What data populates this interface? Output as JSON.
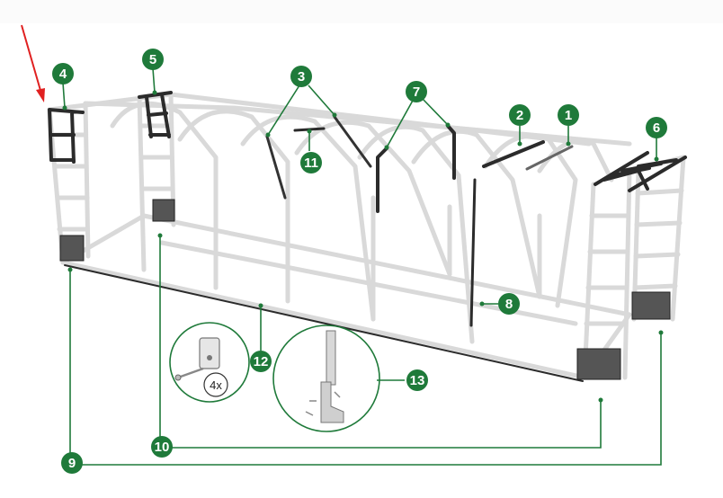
{
  "diagram": {
    "callouts": [
      {
        "id": "1",
        "label": "1"
      },
      {
        "id": "2",
        "label": "2"
      },
      {
        "id": "3",
        "label": "3"
      },
      {
        "id": "4",
        "label": "4"
      },
      {
        "id": "5",
        "label": "5"
      },
      {
        "id": "6",
        "label": "6"
      },
      {
        "id": "7",
        "label": "7"
      },
      {
        "id": "8",
        "label": "8"
      },
      {
        "id": "9",
        "label": "9"
      },
      {
        "id": "10",
        "label": "10"
      },
      {
        "id": "11",
        "label": "11"
      },
      {
        "id": "12",
        "label": "12"
      },
      {
        "id": "13",
        "label": "13"
      }
    ],
    "quantity_label": "4x"
  },
  "colors": {
    "accent": "#1f7a3a",
    "arrow": "#e02020",
    "frame": "#d9d9d9",
    "dark_parts": "#2b2b2b"
  }
}
